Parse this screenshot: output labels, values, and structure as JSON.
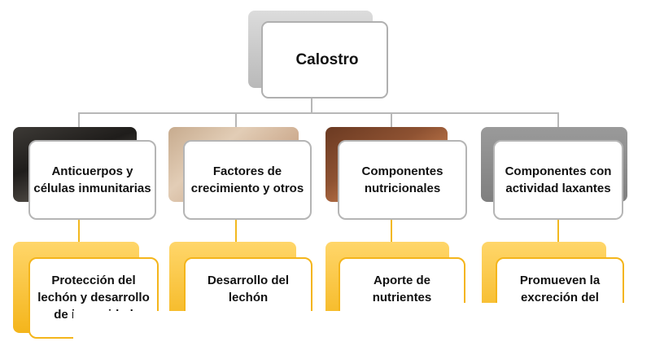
{
  "root": {
    "label": "Calostro"
  },
  "branches": [
    {
      "label": "Anticuerpos y\ncélulas inmunitarias",
      "result": "Protección del\nlechón y desarrollo\nde inmunidad"
    },
    {
      "label": "Factores de\ncrecimiento y otros",
      "result": "Desarrollo del\nlechón"
    },
    {
      "label": "Componentes\nnutricionales",
      "result": "Aporte de\nnutrientes"
    },
    {
      "label": "Componentes con\nactividad laxantes",
      "result": "Promueven la\nexcreción del\nmeconio"
    }
  ]
}
